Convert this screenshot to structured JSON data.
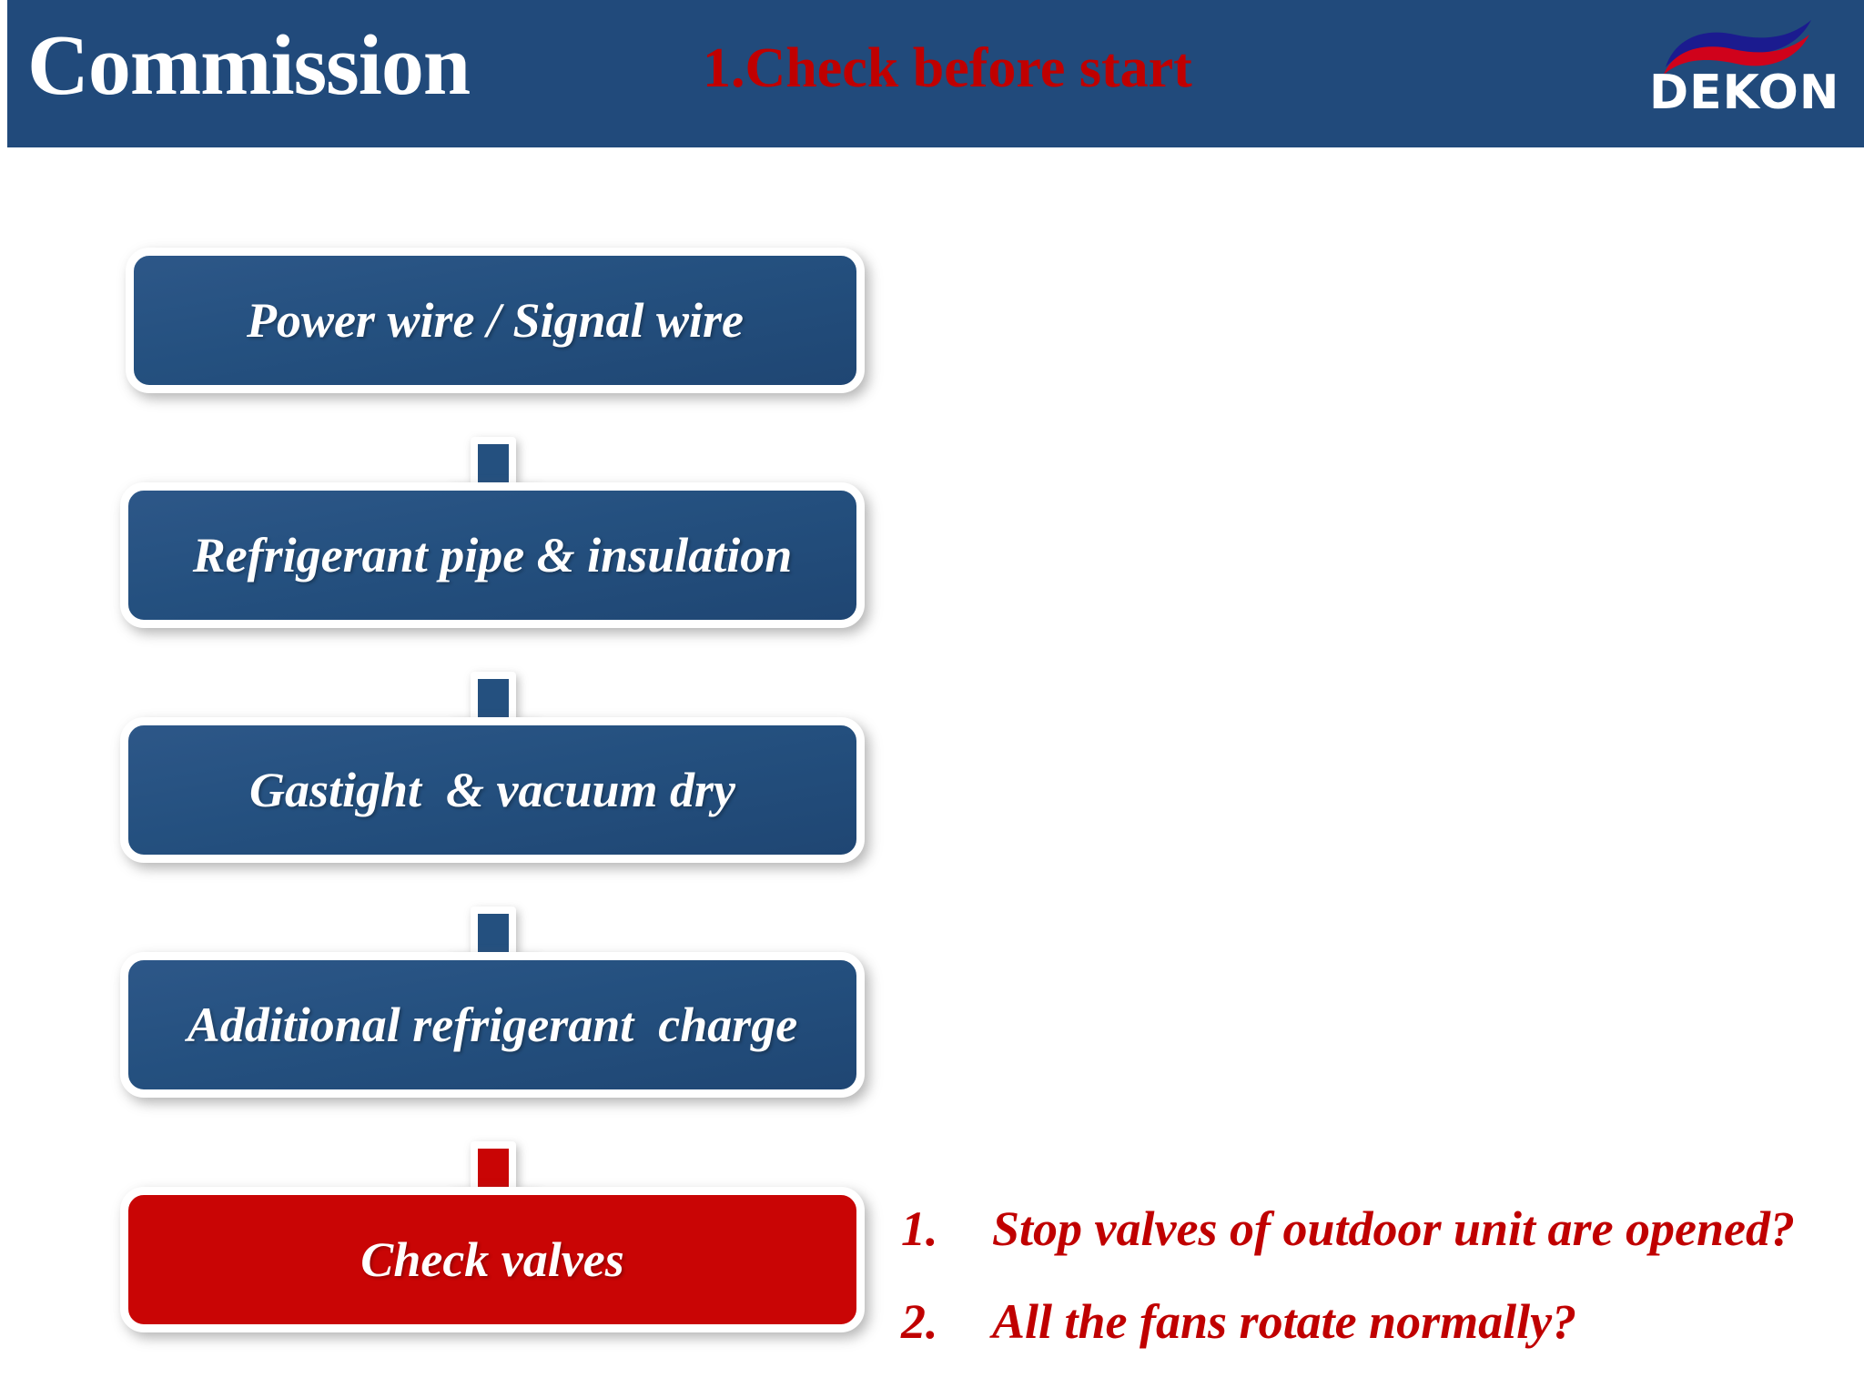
{
  "header": {
    "title": "Commission",
    "subtitle": "1.Check before start",
    "bar_color": "#214a7b",
    "title_color": "#ffffff",
    "subtitle_color": "#c00000"
  },
  "logo": {
    "text": "DEKON",
    "wave_top_color": "#1b1b8f",
    "wave_bottom_color": "#d0021b",
    "text_color": "#ffffff",
    "icon": "dekon-wave-icon"
  },
  "flowchart": {
    "blue_color": "#24507f",
    "red_color": "#c90505",
    "border_color": "#ffffff",
    "steps": [
      {
        "label": "Power wire / Signal wire",
        "color": "blue"
      },
      {
        "label": "Refrigerant pipe & insulation",
        "color": "blue"
      },
      {
        "label": "Gastight  & vacuum dry",
        "color": "blue"
      },
      {
        "label": "Additional refrigerant  charge",
        "color": "blue"
      },
      {
        "label": "Check valves",
        "color": "red"
      }
    ],
    "connectors": [
      {
        "icon": "down-arrow-icon",
        "color": "blue"
      },
      {
        "icon": "down-arrow-icon",
        "color": "blue"
      },
      {
        "icon": "down-arrow-icon",
        "color": "blue"
      },
      {
        "icon": "down-arrow-icon",
        "color": "red"
      }
    ]
  },
  "notes": {
    "color": "#c00000",
    "items": [
      {
        "number": "1.",
        "text": "Stop valves of outdoor unit are opened?"
      },
      {
        "number": "2.",
        "text": "All the fans rotate normally?"
      }
    ]
  }
}
